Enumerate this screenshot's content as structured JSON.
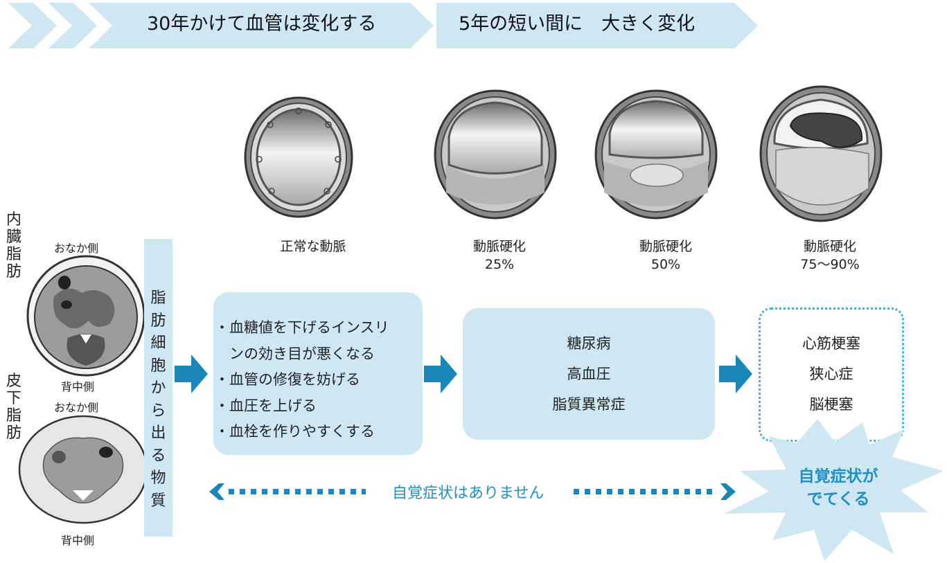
{
  "header": {
    "left_title": "30年かけて血管は変化する",
    "right_title": "5年の短い間に　大きく変化"
  },
  "vessels": [
    {
      "label": "正常な動脈",
      "value": ""
    },
    {
      "label": "動脈硬化",
      "value": "25%"
    },
    {
      "label": "動脈硬化",
      "value": "50%"
    },
    {
      "label": "動脈硬化",
      "value": "75～90%"
    }
  ],
  "fat_types": {
    "visceral": {
      "title": "内臓脂肪",
      "top": "おなか側",
      "bottom": "背中側"
    },
    "subcutaneous": {
      "title": "皮下脂肪",
      "top": "おなか側",
      "bottom": "背中側"
    }
  },
  "fat_bar": {
    "label": "脂肪細胞から出る物質"
  },
  "effects": [
    "・血糖値を下げるインスリ",
    "　ンの効き目が悪くなる",
    "・血管の修復を妨げる",
    "・血圧を上げる",
    "・血栓を作りやすくする"
  ],
  "diseases": [
    "糖尿病",
    "高血圧",
    "脂質異常症"
  ],
  "outcomes": [
    "心筋梗塞",
    "狭心症",
    "脳梗塞"
  ],
  "no_symptom_text": "自覚症状はありません",
  "burst": {
    "line1": "自覚症状が",
    "line2": "でてくる"
  },
  "colors": {
    "accent": "#1f8fc7",
    "banner": "#cfe7f3",
    "box": "#cfe7f3",
    "arrow": "#1a86b8"
  }
}
